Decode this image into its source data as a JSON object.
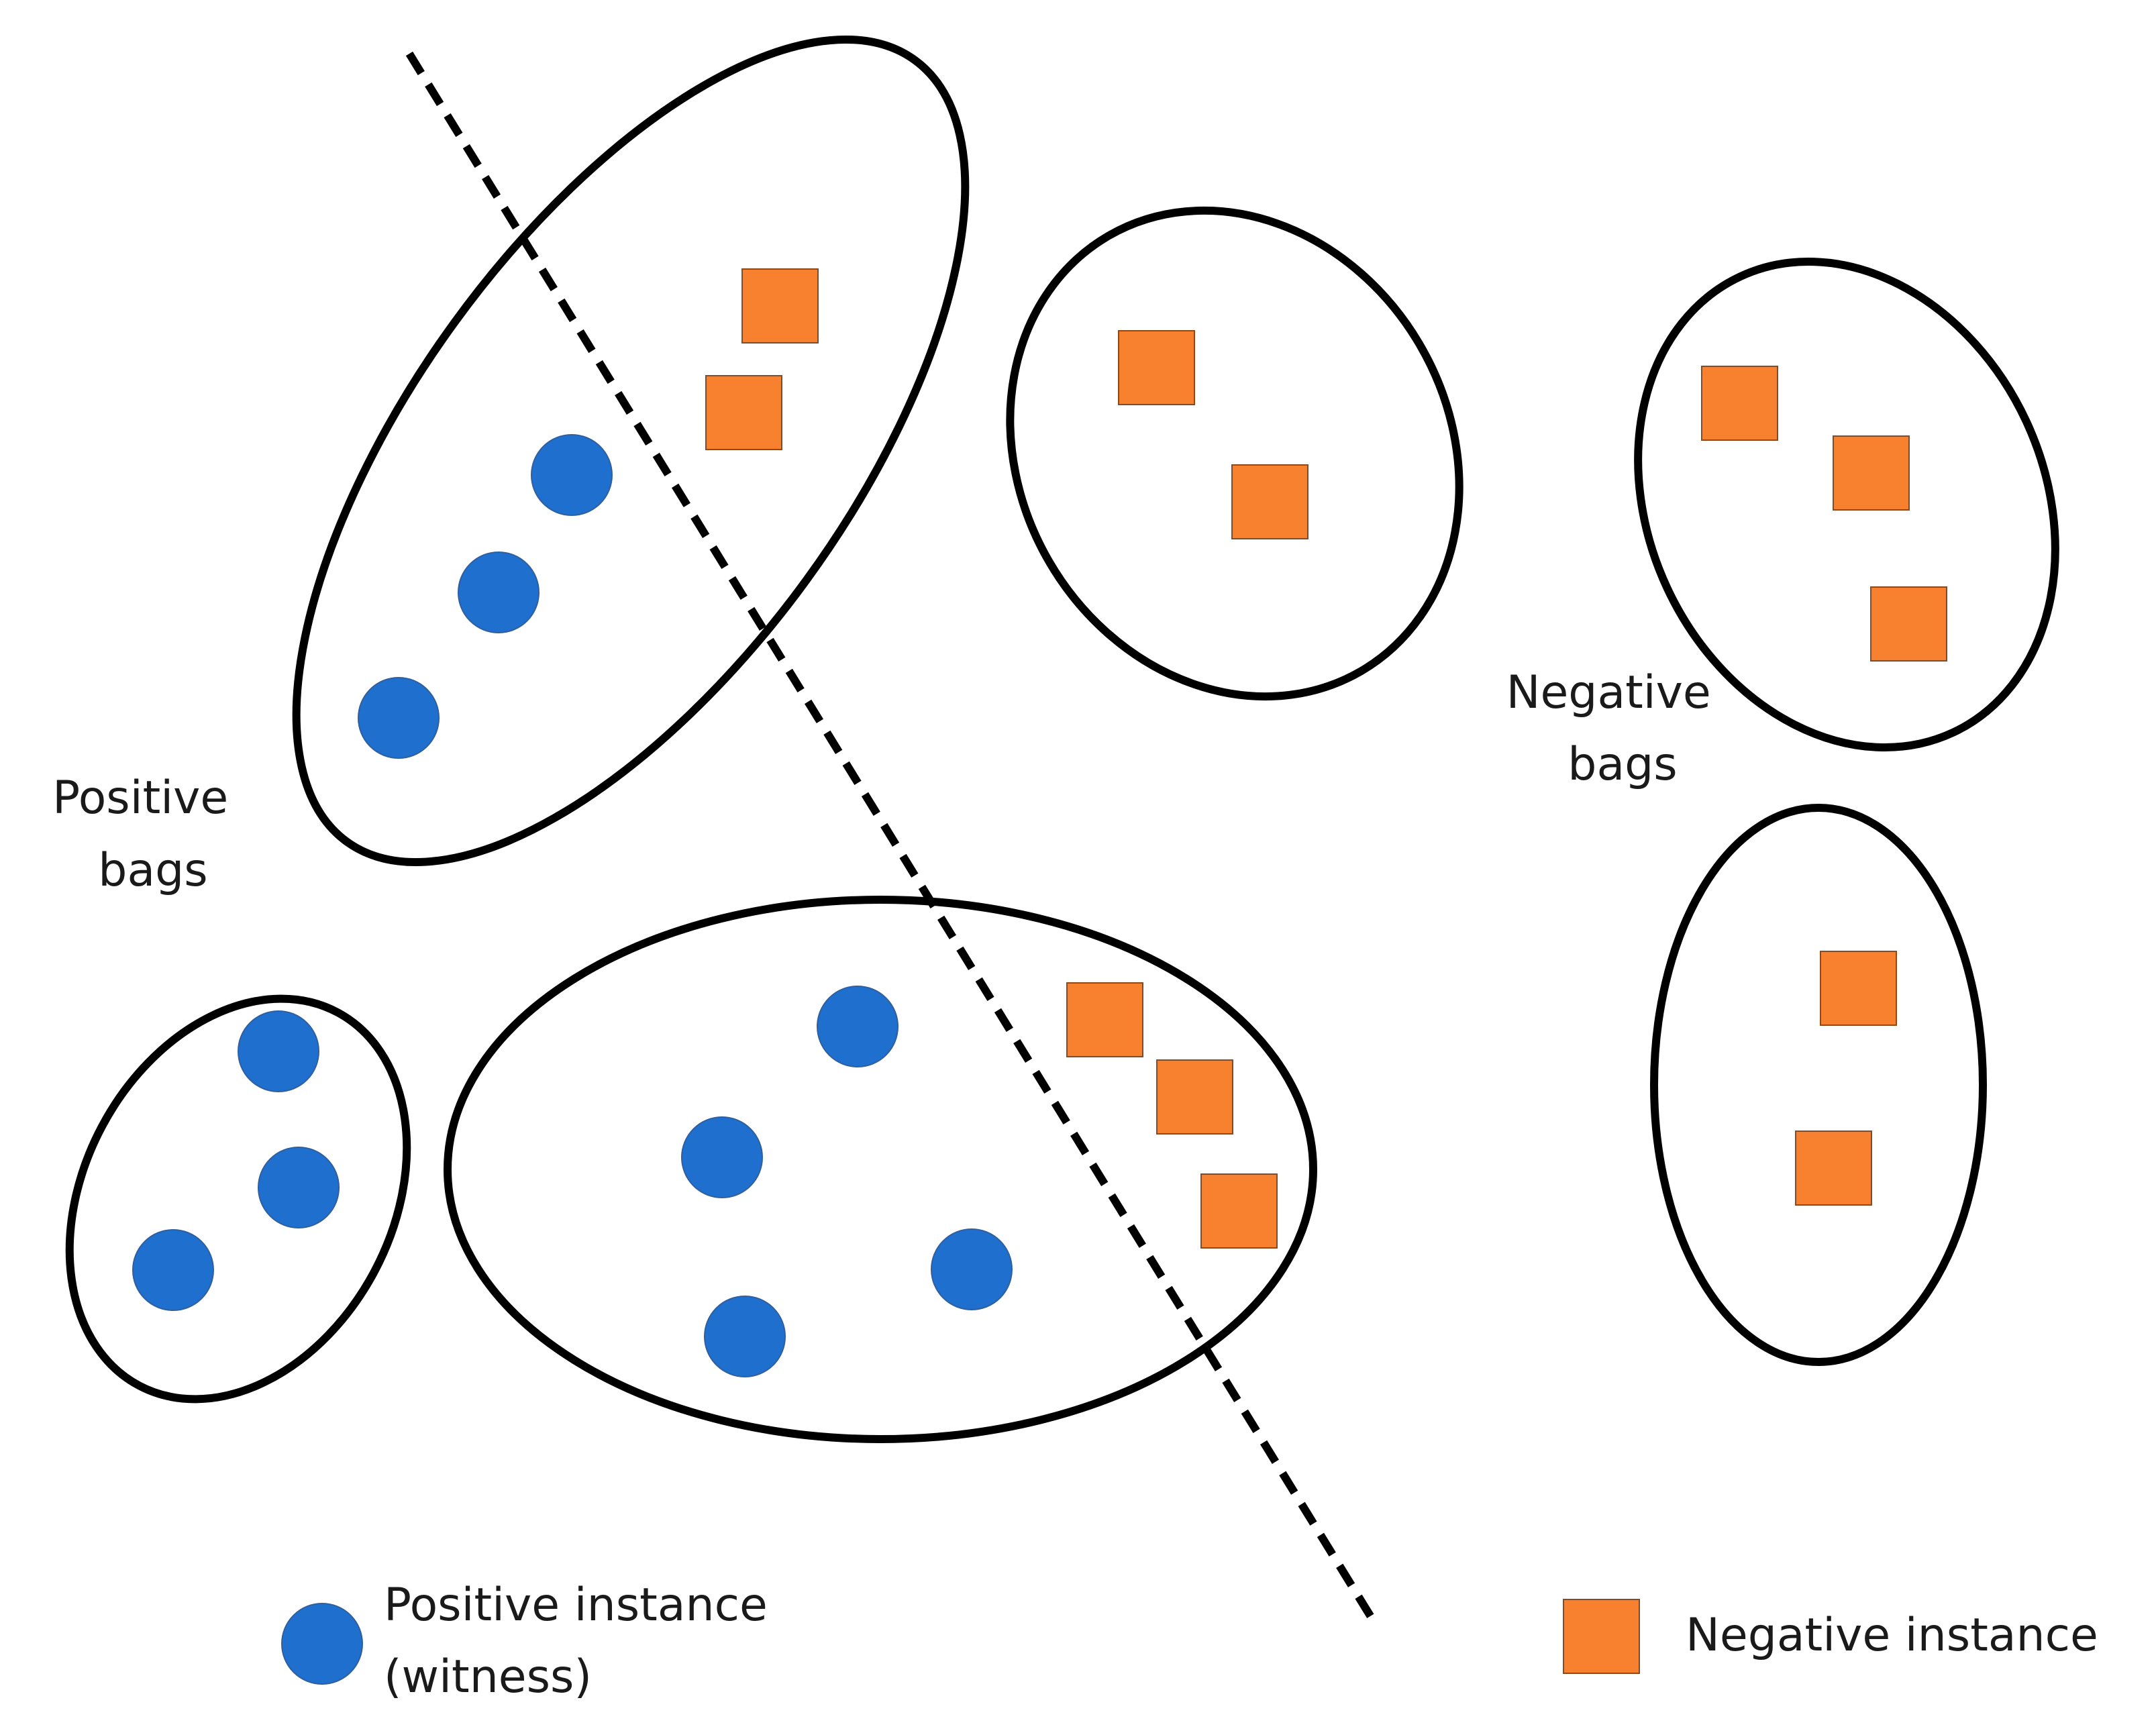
{
  "colors": {
    "positive_instance": "#1f6fcf",
    "negative_instance": "#f7812f",
    "bag_outline": "#000000",
    "background": "#ffffff"
  },
  "labels": {
    "positive_bags": [
      "Positive",
      "bags"
    ],
    "negative_bags": [
      "Negative",
      "bags"
    ]
  },
  "legend": {
    "positive_instance": [
      "Positive instance",
      "(witness)"
    ],
    "negative_instance": "Negative instance"
  }
}
